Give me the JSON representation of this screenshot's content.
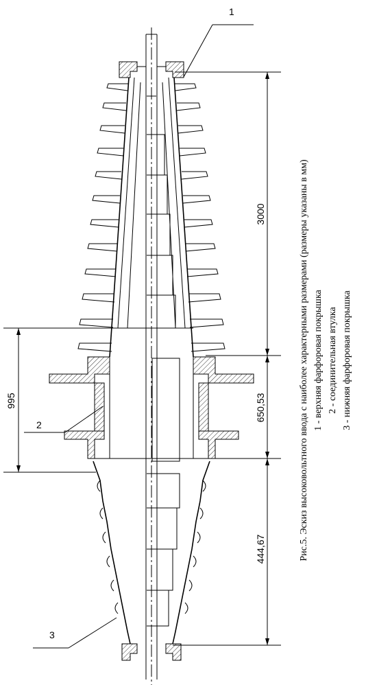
{
  "callouts": [
    {
      "number": "1"
    },
    {
      "number": "2"
    },
    {
      "number": "3"
    }
  ],
  "dimensions": {
    "upper": "3000",
    "middle": "650,53",
    "lower": "444,67",
    "left": "995"
  },
  "caption": {
    "title": "Рис.5. Эскиз высоковольтного ввода с наиболее характерными размерами (размеры указаны в мм)",
    "items": [
      "1 - верхняя фарфоровая покрышка",
      "2 - соединительная втулка",
      "3 - нижняя фарфоровая покрышка"
    ]
  }
}
